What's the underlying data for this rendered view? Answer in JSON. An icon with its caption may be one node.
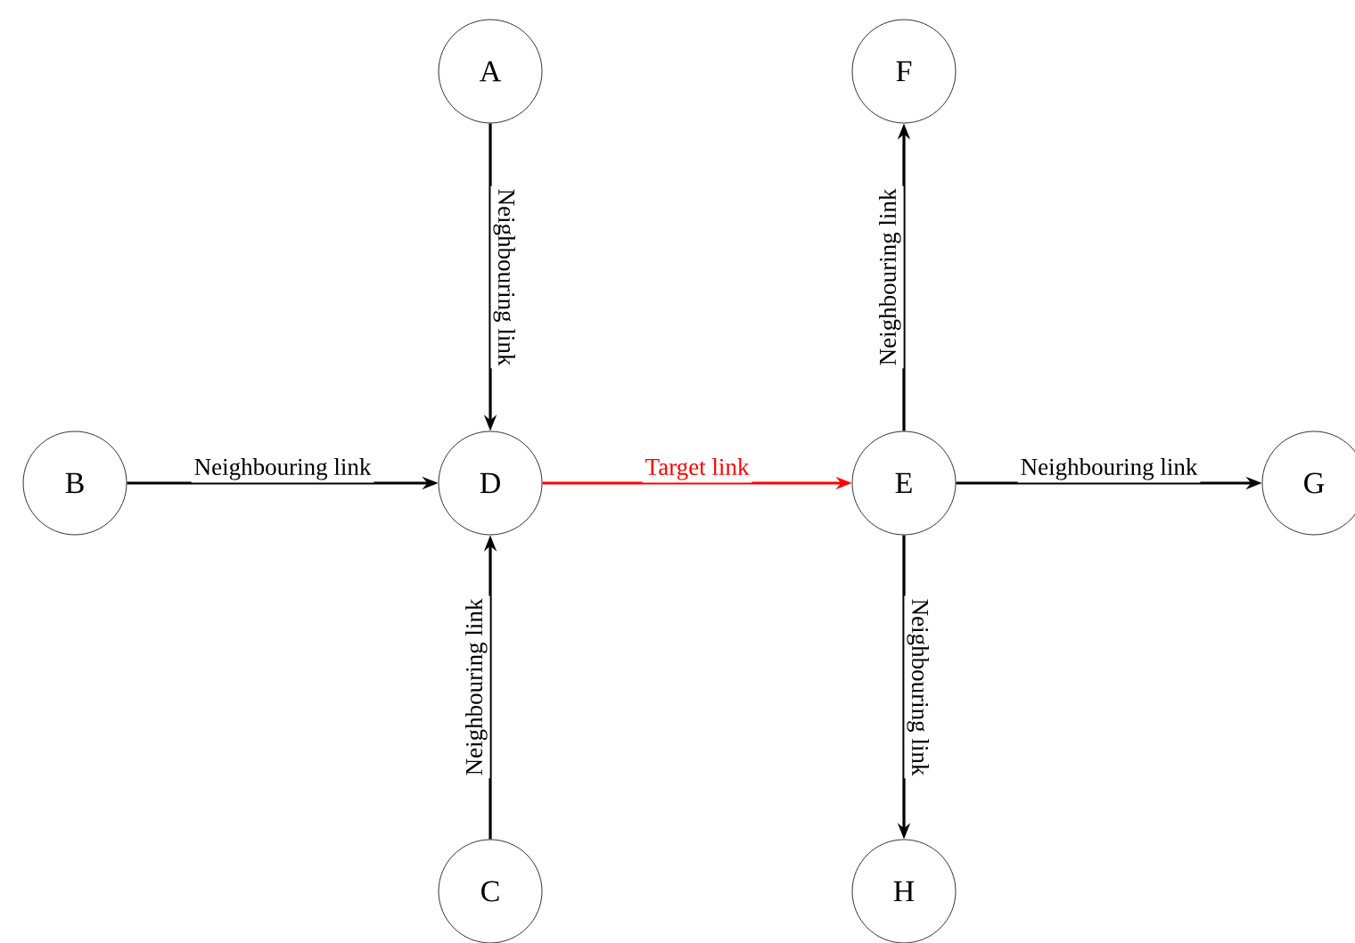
{
  "diagram": {
    "nodes": [
      {
        "text": [
          "A"
        ]
      },
      {
        "text": [
          "B"
        ]
      },
      {
        "text": [
          "C"
        ]
      },
      {
        "text": [
          "D"
        ]
      },
      {
        "text": [
          "E"
        ]
      },
      {
        "text": [
          "F"
        ]
      },
      {
        "text": [
          "G"
        ]
      },
      {
        "text": [
          "H"
        ]
      }
    ],
    "edges": [
      {
        "from": 0,
        "to": 3,
        "arrow": "to",
        "label": "Neighbouring link"
      },
      {
        "from": 1,
        "to": 3,
        "arrow": "to",
        "label": "Neighbouring link"
      },
      {
        "from": 2,
        "to": 3,
        "arrow": "to",
        "label": "Neighbouring link"
      },
      {
        "from": 3,
        "to": 4,
        "arrow": "to",
        "label": "Target link",
        "color": "#ff0000"
      },
      {
        "from": 4,
        "to": 5,
        "arrow": "to",
        "label": "Neighbouring link"
      },
      {
        "from": 4,
        "to": 6,
        "arrow": "to",
        "label": "Neighbouring link"
      },
      {
        "from": 4,
        "to": 7,
        "arrow": "to",
        "label": "Neighbouring link"
      }
    ]
  }
}
